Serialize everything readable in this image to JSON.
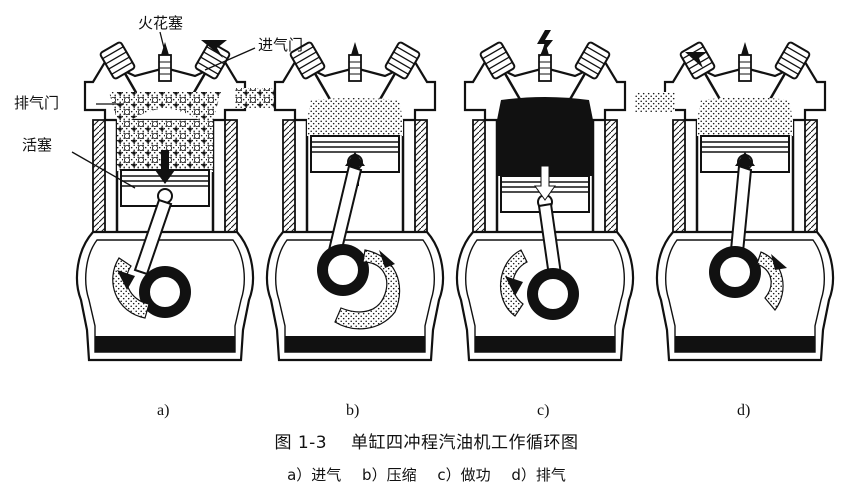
{
  "callouts": {
    "spark_plug": "火花塞",
    "intake_valve": "进气门",
    "exhaust_valve": "排气门",
    "piston": "活塞"
  },
  "panels": [
    {
      "label": "a)",
      "stage": "intake"
    },
    {
      "label": "b)",
      "stage": "compression"
    },
    {
      "label": "c)",
      "stage": "power"
    },
    {
      "label": "d)",
      "stage": "exhaust"
    }
  ],
  "caption": {
    "number": "图 1-3",
    "title": "单缸四冲程汽油机工作循环图"
  },
  "subcaption": {
    "items": [
      "a）进气",
      "b）压缩",
      "c）做功",
      "d）排气"
    ]
  },
  "colors": {
    "ink": "#111111",
    "mixture": "#9a9a9a",
    "oil": "#111111"
  }
}
